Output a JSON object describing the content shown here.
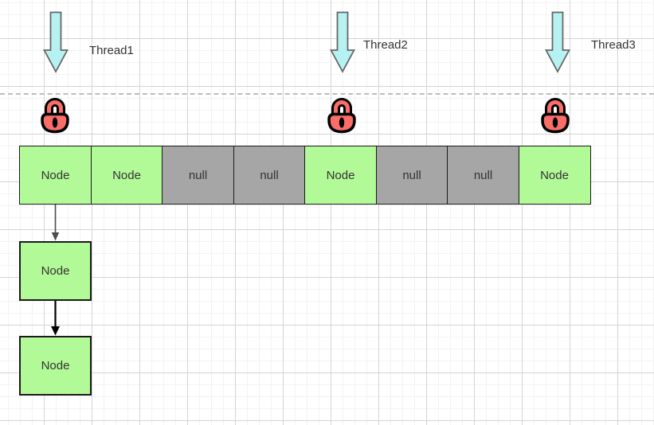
{
  "colors": {
    "node_fill": "#b2f998",
    "null_fill": "#a6a6a6",
    "thread_arrow_fill": "#b6f2f2",
    "thread_arrow_stroke": "#666666",
    "lock_fill": "#fa6d68",
    "lock_stroke": "#000000",
    "grid_major": "#d4d4d4",
    "grid_minor": "#f4f3f3",
    "divider": "#bdbdbd",
    "text": "#333333"
  },
  "threads": [
    {
      "label": "Thread1"
    },
    {
      "label": "Thread2"
    },
    {
      "label": "Thread3"
    }
  ],
  "hash_array": {
    "cells": [
      {
        "label": "Node",
        "type": "node"
      },
      {
        "label": "Node",
        "type": "node"
      },
      {
        "label": "null",
        "type": "null"
      },
      {
        "label": "null",
        "type": "null"
      },
      {
        "label": "Node",
        "type": "node"
      },
      {
        "label": "null",
        "type": "null"
      },
      {
        "label": "null",
        "type": "null"
      },
      {
        "label": "Node",
        "type": "node"
      }
    ]
  },
  "linked_list": {
    "nodes": [
      {
        "label": "Node"
      },
      {
        "label": "Node"
      }
    ]
  }
}
